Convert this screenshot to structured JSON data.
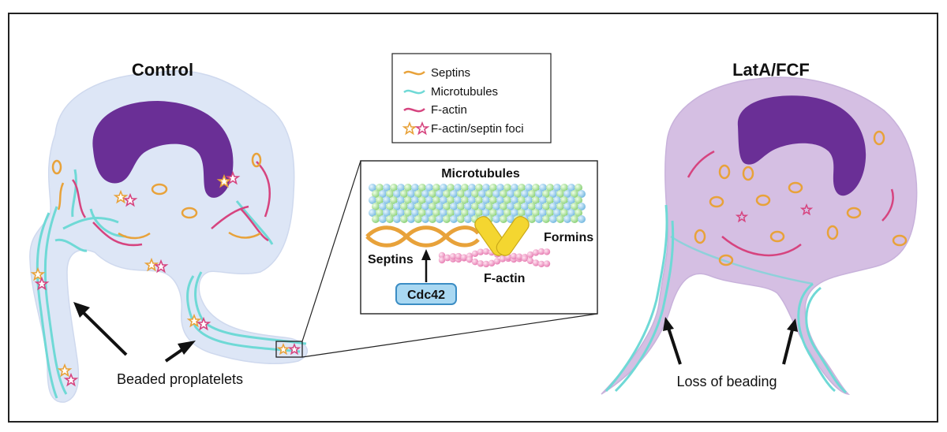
{
  "panels": {
    "control": {
      "title": "Control",
      "annotation": "Beaded proplatelets"
    },
    "treated": {
      "title": "LatA/FCF",
      "annotation": "Loss of beading"
    }
  },
  "legend": {
    "items": [
      {
        "label": "Septins",
        "color": "#e8a23a"
      },
      {
        "label": "Microtubules",
        "color": "#6fd9d6"
      },
      {
        "label": "F-actin",
        "color": "#d6447f"
      },
      {
        "label": "F-actin/septin foci",
        "color": "#d6447f"
      }
    ]
  },
  "inset": {
    "microtubules_label": "Microtubules",
    "formins_label": "Formins",
    "septins_label": "Septins",
    "factin_label": "F-actin",
    "cdc42_label": "Cdc42"
  },
  "colors": {
    "septin": "#e8a23a",
    "microtubule": "#6fd9d6",
    "factin": "#d6447f",
    "nucleus": "#6a2f96",
    "control_cell": "#dde6f6",
    "treated_cell": "#d5bfe3",
    "formin": "#f4d630",
    "cdc42_fill": "#a9d8f2",
    "cdc42_stroke": "#3b8dc4"
  }
}
